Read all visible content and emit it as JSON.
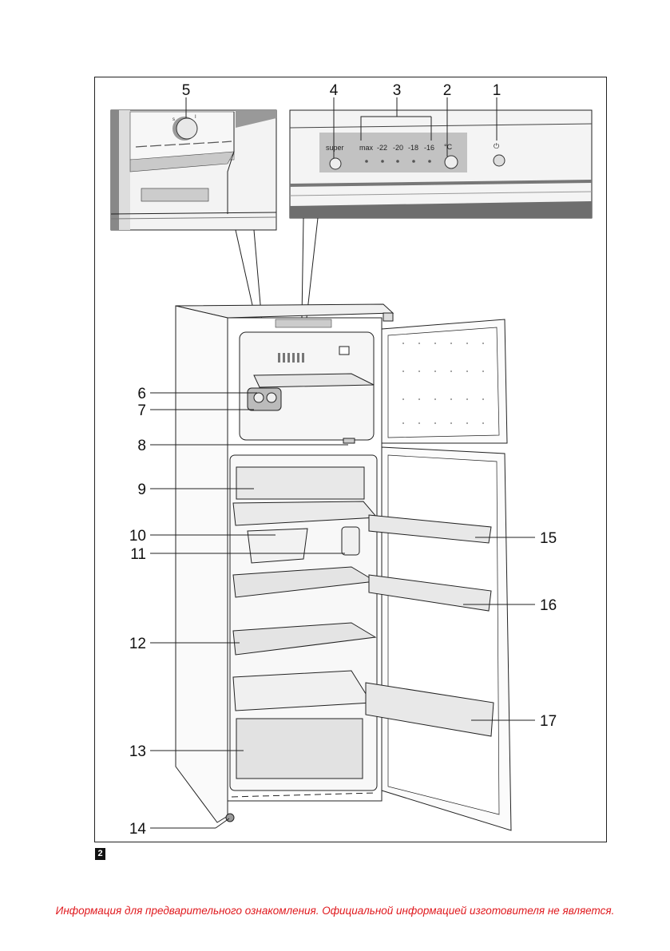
{
  "figure": {
    "number": "2",
    "callouts": {
      "c1": "1",
      "c2": "2",
      "c3": "3",
      "c4": "4",
      "c5": "5",
      "c6": "6",
      "c7": "7",
      "c8": "8",
      "c9": "9",
      "c10": "10",
      "c11": "11",
      "c12": "12",
      "c13": "13",
      "c14": "14",
      "c15": "15",
      "c16": "16",
      "c17": "17"
    },
    "control_panel": {
      "super_label": "super",
      "temps": [
        "max",
        "-22",
        "-20",
        "-18",
        "-16"
      ],
      "unit_label": "°C",
      "power_symbol": "⏻"
    },
    "dial": {
      "left_mark": "s",
      "right_mark": "I"
    }
  },
  "footer": {
    "disclaimer": "Информация для предварительного ознакомления. Официальной информацией изготовителя не является."
  },
  "colors": {
    "disclaimer": "#e0191e",
    "panel_gray": "#b8b8b8",
    "shade": "#6e6e6e"
  }
}
